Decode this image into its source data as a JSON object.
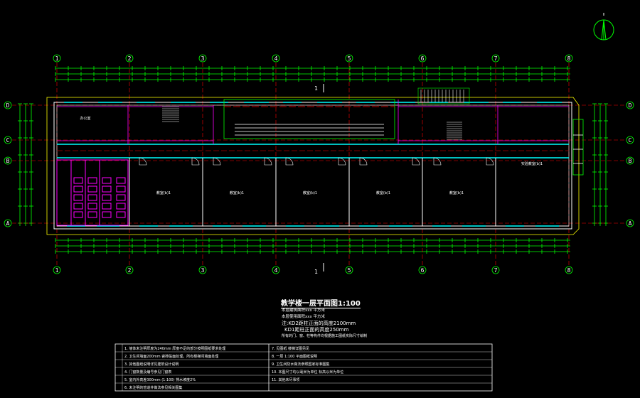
{
  "title": "教学楼一层平面图1:100",
  "notes": [
    "本层建筑面积xxx   平方米",
    "本层使用面积xxx   平方米",
    "注:KD2距柱正面的高度2100mm",
    "KD1距柱正面的高度250mm",
    "所有的门、窗、柱等构件均根据施工图纸实际尺寸绘制"
  ],
  "legend_left": [
    "1. 墙体未注明厚度为240mm  厚度不足的部分按照图纸要求处理",
    "2. 卫生间墙面200mm 瓷砖贴面处理，所有楼梯间墙面处理",
    "3. 其他图纸说明详见建筑设计说明",
    "4. 门窗数量及编号参见门窗表",
    "5. 室内外高差300mm (1:100)  排水坡度2%",
    "6. 未注明的管道井做法参见相关图集"
  ],
  "legend_right": [
    "7. 见图纸 楼梯详图另见",
    "8. 一层  1:100 平面图纸说明",
    "9. 卫生间防水做法参照国家标准图集",
    "10. 本图尺寸均以毫米为单位  标高以米为单位",
    "11. 其他未尽事项"
  ],
  "axes_top": [
    "1",
    "2",
    "3",
    "4",
    "5",
    "6",
    "7",
    "8"
  ],
  "axes_side": [
    "D",
    "C",
    "B",
    "A"
  ],
  "rooms": [
    "办公室",
    "教室(b)1",
    "教室(b)1",
    "教室(b)1",
    "教室(b)1",
    "教室(b)1",
    "实验教室(b)1"
  ],
  "section_mark": "1",
  "colors": {
    "background": "#000000",
    "dimension": "#00ff00",
    "wall": "#ff00ff",
    "window": "#00ffff",
    "axis_line": "#ff0000",
    "outline": "#ffff00",
    "text": "#ffffff"
  }
}
